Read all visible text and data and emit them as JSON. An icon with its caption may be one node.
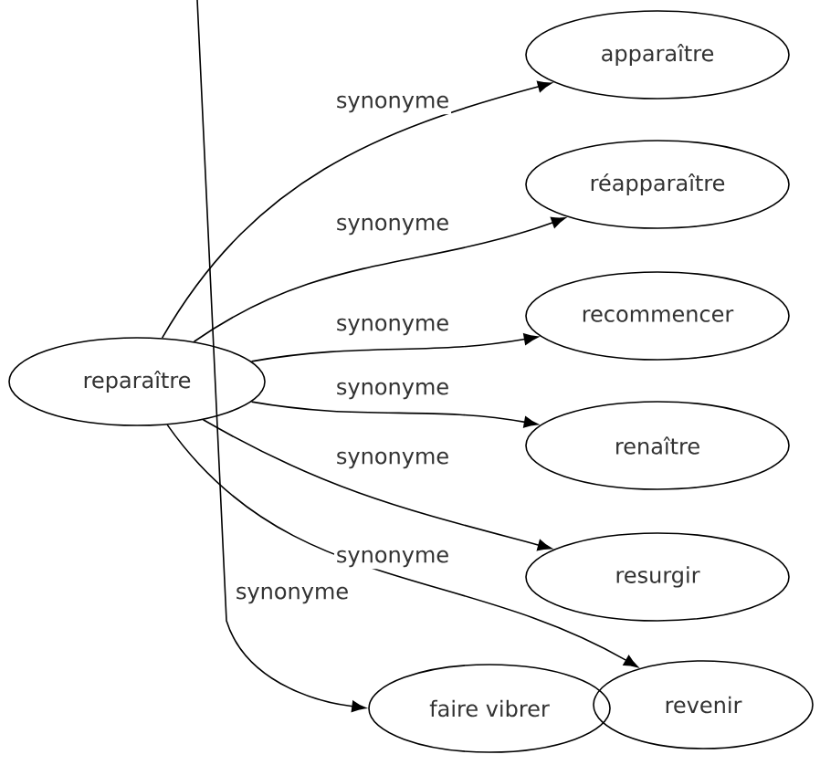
{
  "diagram": {
    "nodes": [
      {
        "text": [
          "reparaître"
        ]
      },
      {
        "text": [
          "apparaître"
        ]
      },
      {
        "text": [
          "réapparaître"
        ]
      },
      {
        "text": [
          "recommencer"
        ]
      },
      {
        "text": [
          "renaître"
        ]
      },
      {
        "text": [
          "resurgir"
        ]
      },
      {
        "text": [
          "faire vibrer"
        ]
      },
      {
        "text": [
          "revenir"
        ]
      }
    ],
    "edges": [
      {
        "from": 0,
        "to": 1,
        "arrow": "to",
        "label": "synonyme"
      },
      {
        "from": 0,
        "to": 2,
        "arrow": "to",
        "label": "synonyme"
      },
      {
        "from": 0,
        "to": 3,
        "arrow": "to",
        "label": "synonyme"
      },
      {
        "from": 0,
        "to": 4,
        "arrow": "to",
        "label": "synonyme"
      },
      {
        "from": 0,
        "to": 5,
        "arrow": "to",
        "label": "synonyme"
      },
      {
        "from": 0,
        "to": 7,
        "arrow": "to",
        "label": "synonyme"
      },
      {
        "from": null,
        "to": 6,
        "arrow": "to",
        "label": "synonyme"
      }
    ]
  }
}
